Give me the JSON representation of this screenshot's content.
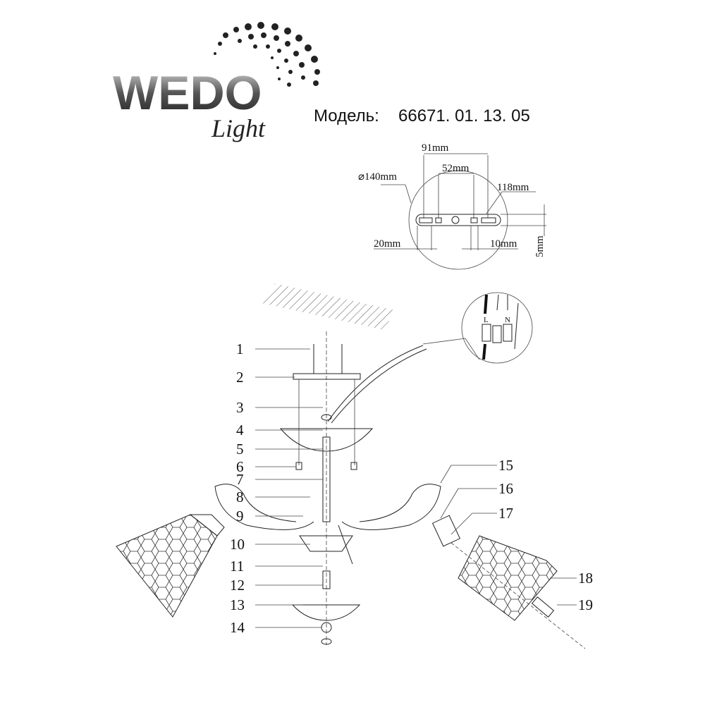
{
  "header": {
    "brand_main": "WEDO",
    "brand_script": "Light",
    "model_label": "Модель:",
    "model_number": "66671. 01. 13. 05"
  },
  "mounting_plate": {
    "diameter": "⌀140mm",
    "span_91": "91mm",
    "span_52": "52mm",
    "length_118": "118mm",
    "slot_20": "20mm",
    "slot_10": "10mm",
    "thickness": "5mm"
  },
  "wiring": {
    "live": "L",
    "neutral": "N"
  },
  "callouts": [
    "1",
    "2",
    "3",
    "4",
    "5",
    "6",
    "7",
    "8",
    "9",
    "10",
    "11",
    "12",
    "13",
    "14",
    "15",
    "16",
    "17",
    "18",
    "19"
  ]
}
